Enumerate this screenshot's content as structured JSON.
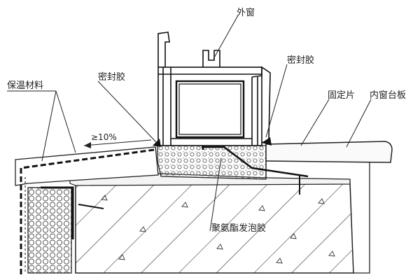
{
  "labels": {
    "outer_window": "外窗",
    "sealant_right": "密封胶",
    "sealant_left": "密封胶",
    "insulation": "保温材料",
    "fixing_plate": "固定片",
    "inner_sill": "内窗台板",
    "slope": "≥10%",
    "foam": "聚氨酯发泡胶"
  }
}
